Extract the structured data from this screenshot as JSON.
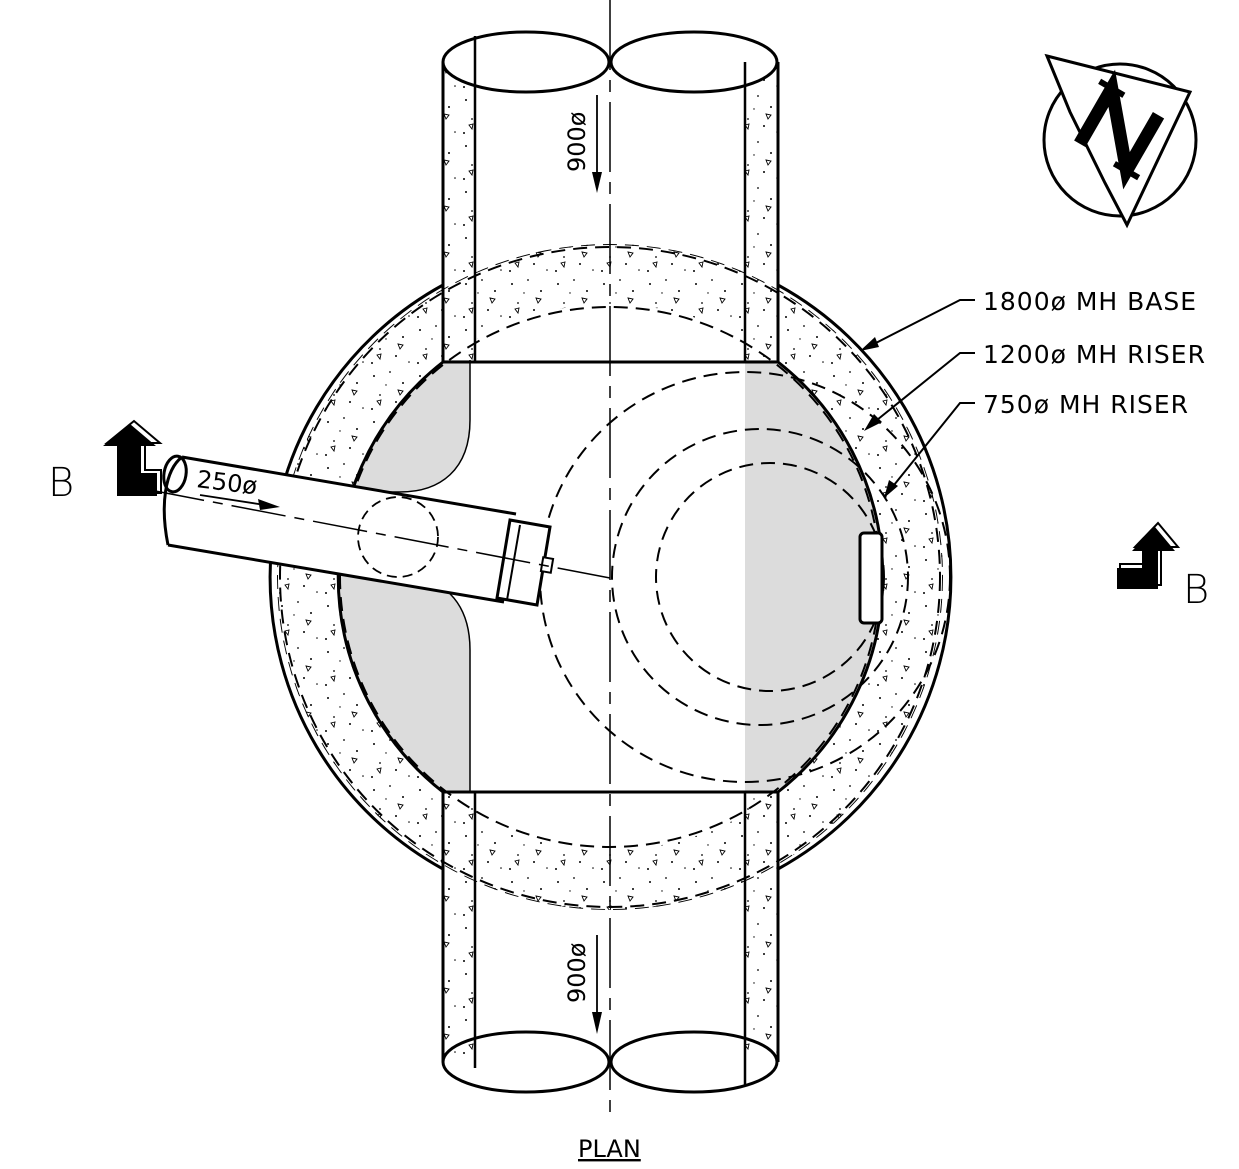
{
  "title": "PLAN",
  "callouts": {
    "base": "1800ø MH BASE",
    "riser_1200": "1200ø MH RISER",
    "riser_750": "750ø MH RISER"
  },
  "pipes": {
    "inlet_top": "900ø",
    "outlet_bottom": "900ø",
    "branch": "250ø"
  },
  "section_marks": {
    "left": "B",
    "right": "B"
  },
  "north_arrow": {
    "letter": "N",
    "icon": "north-arrow-icon"
  },
  "colors": {
    "ink": "#000000",
    "benching": "#dcdcdc",
    "paper": "#ffffff"
  }
}
